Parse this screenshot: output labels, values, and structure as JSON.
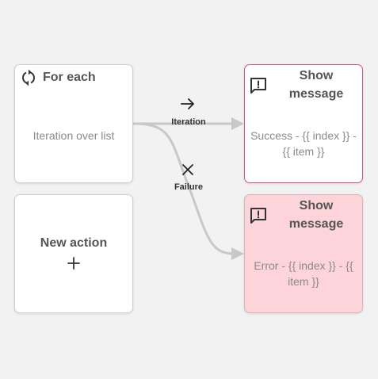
{
  "nodes": {
    "for_each": {
      "title": "For each",
      "body": "Iteration over list",
      "icon": "loop-icon"
    },
    "new_action": {
      "label": "New action",
      "icon": "plus-icon"
    },
    "show_success": {
      "title": "Show message",
      "body": "Success - {{ index }} - {{ item }}",
      "icon": "message-alert-icon",
      "border_color": "#d45a74"
    },
    "show_error": {
      "title": "Show message",
      "body": "Error - {{ index }} - {{ item }}",
      "icon": "message-alert-icon",
      "background_color": "#fdd4da"
    }
  },
  "edges": {
    "iteration": {
      "label": "Iteration",
      "icon": "arrow-right-icon"
    },
    "failure": {
      "label": "Failure",
      "icon": "close-icon"
    },
    "edge_color": "#c8c8c8"
  },
  "colors": {
    "canvas_background": "#f2f2f2",
    "node_background": "#ffffff",
    "title_text": "#555555",
    "body_text": "#8a8a8a"
  }
}
